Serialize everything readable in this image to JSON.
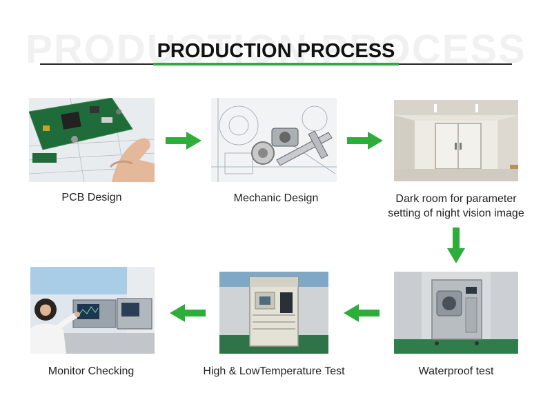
{
  "header": {
    "watermark": "PRODUCTION PROCESS",
    "title": "PRODUCTION PROCESS"
  },
  "colors": {
    "accent": "#2dad3a",
    "arrow": "#2dad3a"
  },
  "steps": [
    {
      "label": "PCB Design"
    },
    {
      "label": "Mechanic Design"
    },
    {
      "label_line1": "Dark room for parameter",
      "label_line2": "setting of night vision image"
    },
    {
      "label": "Waterproof test"
    },
    {
      "label": "High & LowTemperature Test"
    },
    {
      "label": "Monitor Checking"
    }
  ],
  "arrows": [
    {
      "direction": "right",
      "icon": "arrow-right-icon"
    },
    {
      "direction": "right",
      "icon": "arrow-right-icon"
    },
    {
      "direction": "down",
      "icon": "arrow-down-icon"
    },
    {
      "direction": "left",
      "icon": "arrow-left-icon"
    },
    {
      "direction": "left",
      "icon": "arrow-left-icon"
    }
  ]
}
